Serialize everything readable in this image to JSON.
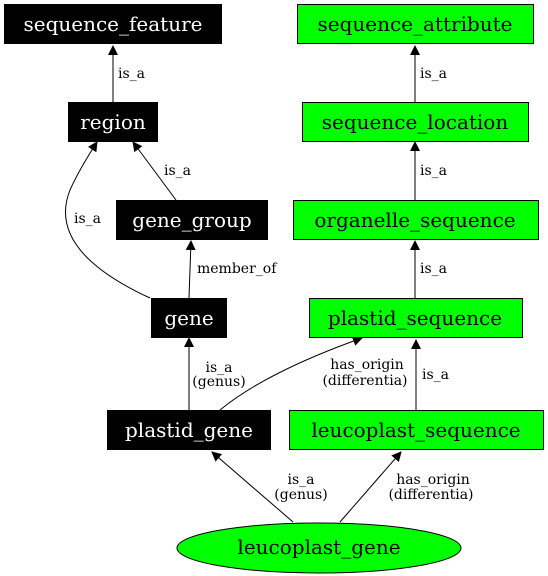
{
  "colors": {
    "black_node_fill": "#000000",
    "black_node_text": "#ffffff",
    "green_node_fill": "#00ff00",
    "green_node_text": "#000000",
    "edge": "#000000"
  },
  "nodes": {
    "sequence_feature": "sequence_feature",
    "region": "region",
    "gene_group": "gene_group",
    "gene": "gene",
    "plastid_gene": "plastid_gene",
    "sequence_attribute": "sequence_attribute",
    "sequence_location": "sequence_location",
    "organelle_sequence": "organelle_sequence",
    "plastid_sequence": "plastid_sequence",
    "leucoplast_sequence": "leucoplast_sequence",
    "leucoplast_gene": "leucoplast_gene"
  },
  "edges": {
    "region_to_sequence_feature": {
      "label": "is_a"
    },
    "gene_group_to_region": {
      "label": "is_a"
    },
    "gene_to_region": {
      "label": "is_a"
    },
    "gene_to_gene_group": {
      "label": "member_of"
    },
    "plastid_gene_to_gene": {
      "line1": "is_a",
      "line2": "(genus)"
    },
    "plastid_gene_to_plastid_sequence": {
      "line1": "has_origin",
      "line2": "(differentia)"
    },
    "sequence_location_to_sequence_attribute": {
      "label": "is_a"
    },
    "organelle_sequence_to_sequence_location": {
      "label": "is_a"
    },
    "plastid_sequence_to_organelle_sequence": {
      "label": "is_a"
    },
    "leucoplast_sequence_to_plastid_sequence": {
      "label": "is_a"
    },
    "leucoplast_gene_to_plastid_gene": {
      "line1": "is_a",
      "line2": "(genus)"
    },
    "leucoplast_gene_to_leucoplast_sequence": {
      "line1": "has_origin",
      "line2": "(differentia)"
    }
  }
}
